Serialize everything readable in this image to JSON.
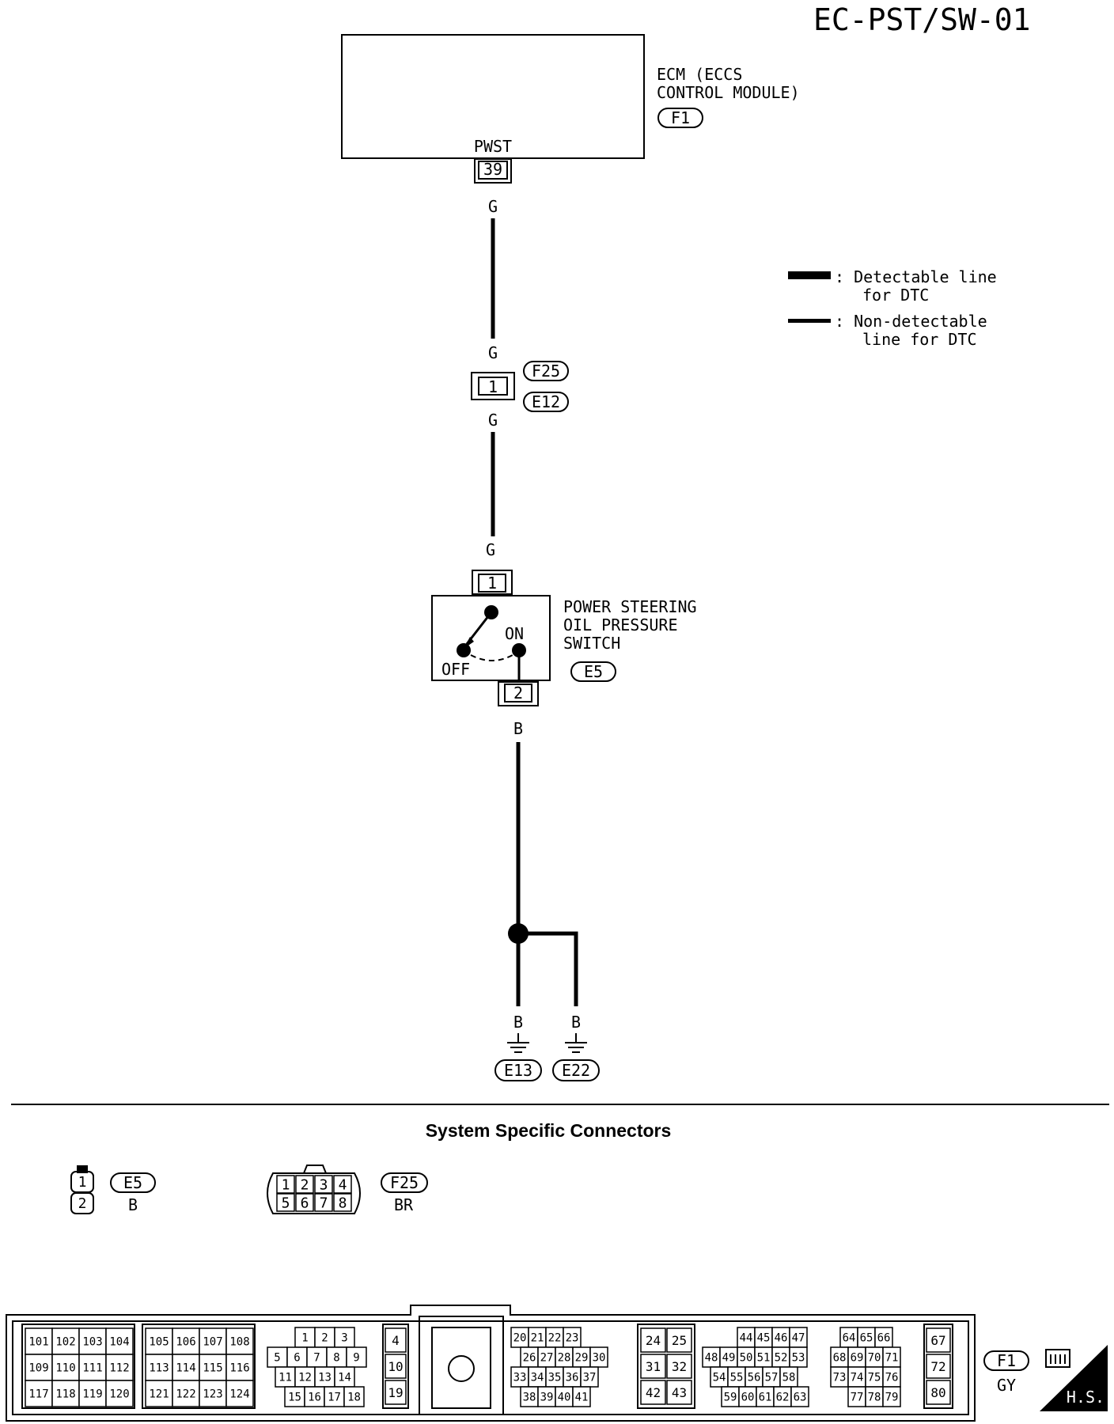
{
  "page_code": "EC-PST/SW-01",
  "ecm": {
    "name_line1": "ECM (ECCS",
    "name_line2": "CONTROL MODULE)",
    "connector": "F1",
    "terminal_name": "PWST",
    "pin": "39"
  },
  "wire_colors": {
    "ecm_out": "G",
    "joint_top": "G",
    "joint_bottom": "G",
    "switch_in": "G",
    "switch_out": "B",
    "ground_left": "B",
    "ground_right": "B"
  },
  "joint_connector": {
    "pin": "1",
    "connector_upper": "F25",
    "connector_lower": "E12"
  },
  "switch": {
    "name_line1": "POWER STEERING",
    "name_line2": "OIL PRESSURE",
    "name_line3": "SWITCH",
    "connector": "E5",
    "pin_in": "1",
    "pin_out": "2",
    "on_label": "ON",
    "off_label": "OFF"
  },
  "grounds": [
    "E13",
    "E22"
  ],
  "legend": {
    "detectable_line1": ":  Detectable line",
    "detectable_line2": "for DTC",
    "nondetectable_line1": ":  Non-detectable",
    "nondetectable_line2": "line for DTC"
  },
  "connectors_title": "System Specific Connectors",
  "connector_e5": {
    "id": "E5",
    "color": "B",
    "pins": [
      "1",
      "2"
    ]
  },
  "connector_f25": {
    "id": "F25",
    "color": "BR",
    "pins_top": [
      "1",
      "2",
      "3",
      "4"
    ],
    "pins_bottom": [
      "5",
      "6",
      "7",
      "8"
    ]
  },
  "ecm_connector": {
    "id": "F1",
    "color": "GY",
    "group_a": [
      [
        "101",
        "102",
        "103",
        "104"
      ],
      [
        "109",
        "110",
        "111",
        "112"
      ],
      [
        "117",
        "118",
        "119",
        "120"
      ]
    ],
    "group_b": [
      [
        "105",
        "106",
        "107",
        "108"
      ],
      [
        "113",
        "114",
        "115",
        "116"
      ],
      [
        "121",
        "122",
        "123",
        "124"
      ]
    ],
    "group_c": [
      [
        "1",
        "2",
        "3"
      ],
      [
        "5",
        "6",
        "7",
        "8",
        "9"
      ],
      [
        "11",
        "12",
        "13",
        "14"
      ],
      [
        "15",
        "16",
        "17",
        "18"
      ]
    ],
    "group_d": [
      "4",
      "10",
      "19"
    ],
    "group_e": [
      [
        "20",
        "21",
        "22",
        "23"
      ],
      [
        "26",
        "27",
        "28",
        "29",
        "30"
      ],
      [
        "33",
        "34",
        "35",
        "36",
        "37"
      ],
      [
        "38",
        "39",
        "40",
        "41"
      ]
    ],
    "group_f": [
      [
        "24",
        "25"
      ],
      [
        "31",
        "32"
      ],
      [
        "42",
        "43"
      ]
    ],
    "group_g": [
      [
        "44",
        "45",
        "46",
        "47",
        "64",
        "65",
        "66"
      ],
      [
        "48",
        "49",
        "50",
        "51",
        "52",
        "53",
        "68",
        "69",
        "70",
        "71"
      ],
      [
        "54",
        "55",
        "56",
        "57",
        "58",
        "73",
        "74",
        "75",
        "76"
      ],
      [
        "59",
        "60",
        "61",
        "62",
        "63",
        "77",
        "78",
        "79"
      ]
    ],
    "group_h": [
      "67",
      "72",
      "80"
    ],
    "hs_label": "H.S."
  }
}
